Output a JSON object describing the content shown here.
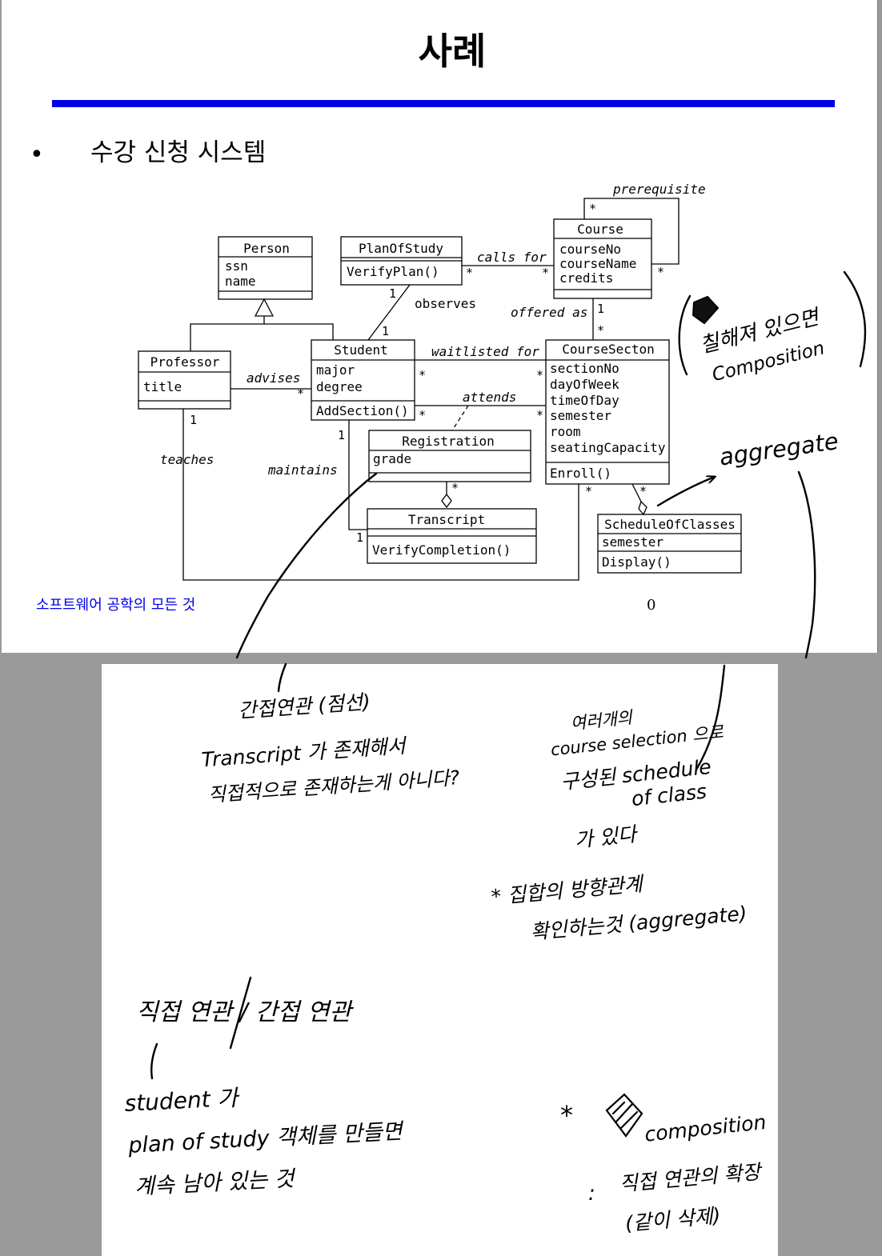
{
  "slide": {
    "title": "사례",
    "bullet_symbol": "•",
    "bullet_text": "수강 신청 시스템",
    "footer_text": "소프트웨어 공학의 모든 것",
    "page_number": "0",
    "colors": {
      "rule": "#0000e6",
      "footer": "#0000e6",
      "title": "#000000"
    }
  },
  "diagram": {
    "classes": {
      "person": {
        "name": "Person",
        "attributes": [
          "ssn",
          "name"
        ],
        "operations": []
      },
      "plan": {
        "name": "PlanOfStudy",
        "attributes": [],
        "operations": [
          "VerifyPlan()"
        ]
      },
      "course": {
        "name": "Course",
        "attributes": [
          "courseNo",
          "courseName",
          "credits"
        ],
        "operations": []
      },
      "professor": {
        "name": "Professor",
        "attributes": [
          "title"
        ],
        "operations": []
      },
      "student": {
        "name": "Student",
        "attributes": [
          "major",
          "degree"
        ],
        "operations": [
          "AddSection()"
        ]
      },
      "section": {
        "name": "CourseSecton",
        "attributes": [
          "sectionNo",
          "dayOfWeek",
          "timeOfDay",
          "semester",
          "room",
          "seatingCapacity"
        ],
        "operations": [
          "Enroll()"
        ]
      },
      "registration": {
        "name": "Registration",
        "attributes": [
          "grade"
        ],
        "operations": []
      },
      "transcript": {
        "name": "Transcript",
        "attributes": [],
        "operations": [
          "VerifyCompletion()"
        ]
      },
      "schedule": {
        "name": "ScheduleOfClasses",
        "attributes": [
          "semester"
        ],
        "operations": [
          "Display()"
        ]
      }
    },
    "association_labels": {
      "prerequisite": "prerequisite",
      "calls_for": "calls for",
      "observes": "observes",
      "offered_as": "offered as",
      "waitlisted_for": "waitlisted for",
      "advises": "advises",
      "attends": "attends",
      "teaches": "teaches",
      "maintains": "maintains"
    },
    "multiplicities": {
      "one": "1",
      "many": "*"
    }
  },
  "annotations": {
    "composition_note": [
      "칠해져 있으면",
      "Composition"
    ],
    "aggregate_label": "aggregate",
    "indirect_note": [
      "간접연관 (점선)",
      "Transcript 가 존재해서",
      "직접적으로 존재하는게 아니다?"
    ],
    "schedule_note": [
      "여러개의",
      "course selection 으로",
      "구성된 schedule",
      "of class",
      "가 있다"
    ],
    "aggregate_note": [
      "* 집합의 방향관계",
      "확인하는것 (aggregate)"
    ],
    "direct_indirect_title": "직접 연관 / 간접 연관",
    "student_note": [
      "student 가",
      "plan of study 객체를 만들면",
      "계속 남아 있는 것"
    ],
    "composition_star": "*",
    "composition_word": "composition",
    "composition_detail": [
      ":",
      "직접 연관의 확장",
      "(같이 삭제)"
    ]
  }
}
